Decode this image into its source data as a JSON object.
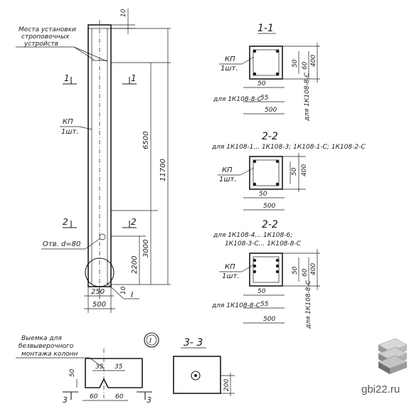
{
  "notes": {
    "mounting": [
      "Места установки",
      "строповочных",
      "устройств"
    ],
    "kp": [
      "КП",
      "1шт."
    ],
    "hole": "Отв. d=80",
    "recess": [
      "Выемка для",
      "безвыверочного",
      "монтажа колонн"
    ],
    "for_8c": "для 1К108-8-С"
  },
  "sections": {
    "s11": "1-1",
    "s22a": "2-2",
    "s22a_sub": "для 1К108-1... 1К108-3; 1К108-1-С; 1К108-2-С",
    "s22b": "2-2",
    "s22b_sub1": "для 1К108-4... 1К108-6;",
    "s22b_sub2": "1К108-3-С... 1К108-8-С",
    "s33": "3- 3",
    "detail": "I"
  },
  "marks": {
    "m1": "1",
    "m2": "2",
    "m3": "3",
    "mI": "I"
  },
  "dims": {
    "d10": "10",
    "d6500": "6500",
    "d11700": "11700",
    "d3000": "3000",
    "d2200": "2200",
    "d250": "250",
    "d500": "500",
    "d50": "50",
    "d55": "55",
    "d60": "60",
    "d400": "400",
    "d35": "35",
    "d200": "200",
    "d10b": "10"
  },
  "brand": {
    "text": "gbi22.ru",
    "colors": [
      "#cfcfcf",
      "#9a9a9a",
      "#6e6e6e"
    ]
  }
}
